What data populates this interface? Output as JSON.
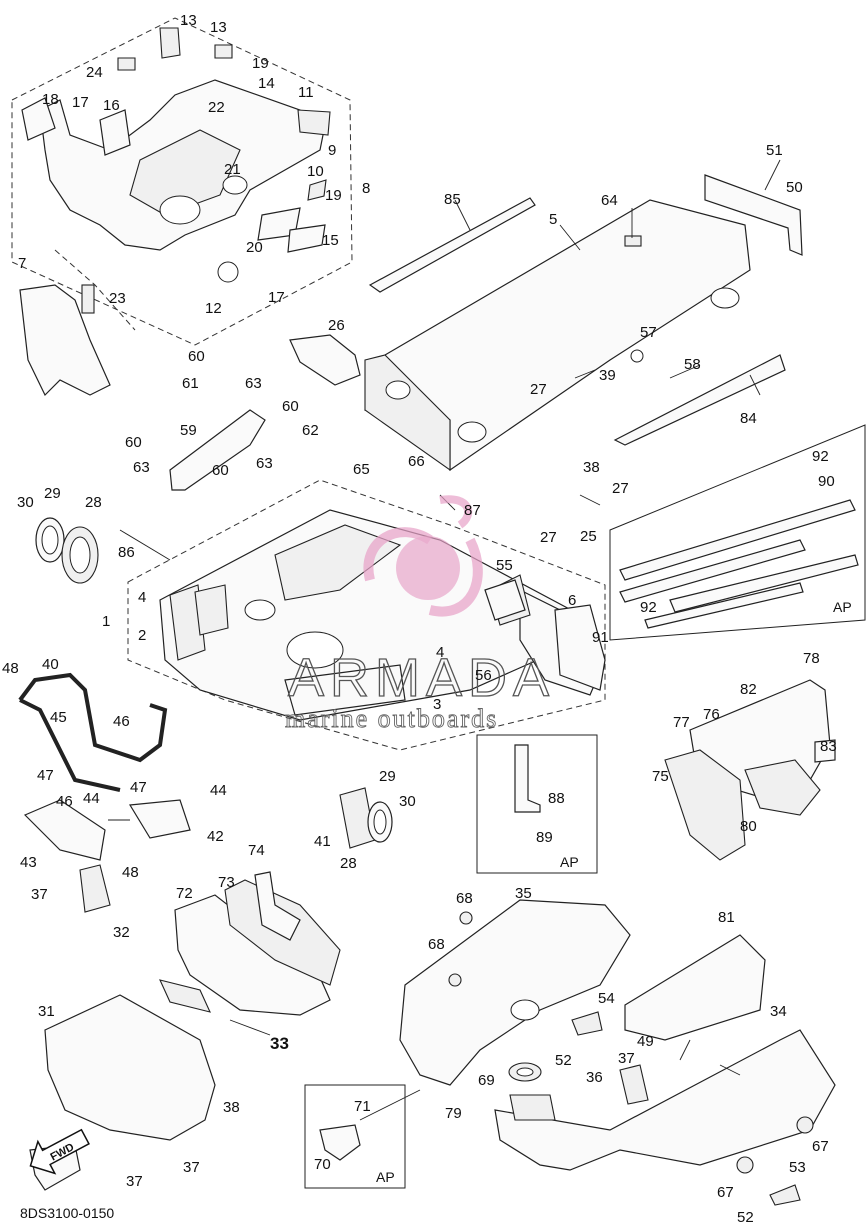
{
  "diagram": {
    "code": "8DS3100-0150",
    "callout_bold": "33",
    "ap_label": "AP",
    "fwd_label": "FWD"
  },
  "watermark": {
    "brand": "ARMADA",
    "tagline": "marine outboards",
    "logo_color": "#e7a3c8"
  },
  "callouts": [
    "1",
    "2",
    "3",
    "4",
    "5",
    "6",
    "7",
    "8",
    "9",
    "10",
    "11",
    "12",
    "13",
    "14",
    "15",
    "16",
    "17",
    "18",
    "19",
    "20",
    "21",
    "22",
    "23",
    "24",
    "25",
    "26",
    "27",
    "28",
    "29",
    "30",
    "31",
    "32",
    "34",
    "35",
    "36",
    "37",
    "38",
    "39",
    "40",
    "41",
    "42",
    "43",
    "44",
    "45",
    "46",
    "47",
    "48",
    "49",
    "50",
    "51",
    "52",
    "53",
    "54",
    "55",
    "56",
    "57",
    "58",
    "59",
    "60",
    "61",
    "62",
    "63",
    "64",
    "65",
    "66",
    "67",
    "68",
    "69",
    "70",
    "71",
    "72",
    "73",
    "74",
    "75",
    "76",
    "77",
    "78",
    "79",
    "80",
    "81",
    "82",
    "83",
    "84",
    "85",
    "86",
    "87",
    "88",
    "89",
    "90",
    "91",
    "92"
  ]
}
